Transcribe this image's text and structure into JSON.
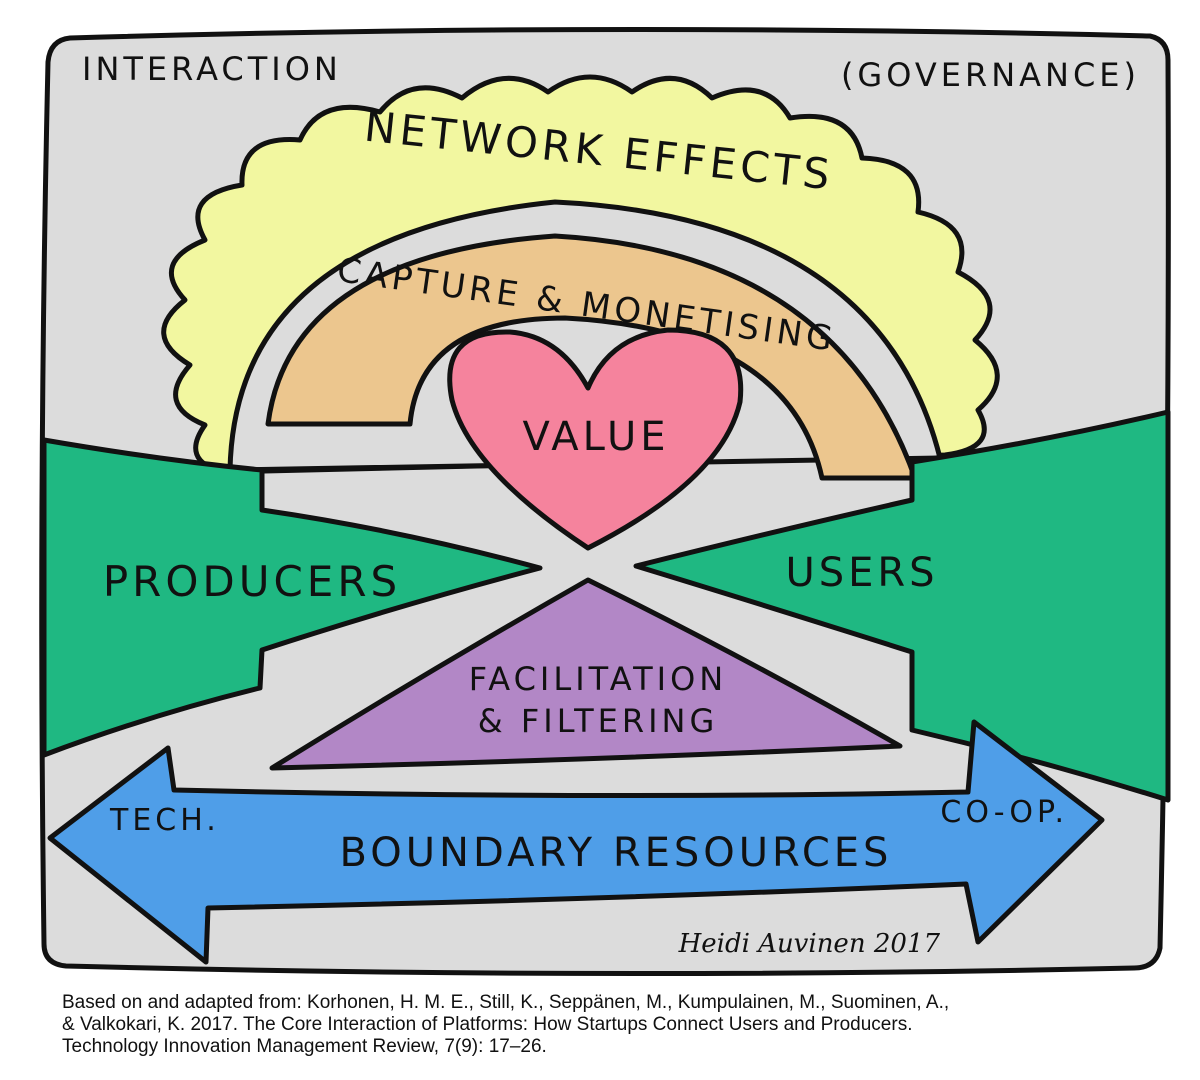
{
  "frame": {
    "top_left_label": "INTERACTION",
    "top_right_label": "(GOVERNANCE)"
  },
  "diagram": {
    "network_effects": "NETWORK EFFECTS",
    "capture": "CAPTURE & MONETISING",
    "value": "VALUE",
    "producers": "PRODUCERS",
    "users": "USERS",
    "facilitation_line1": "FACILITATION",
    "facilitation_line2": "& FILTERING",
    "tech": "TECH.",
    "coop": "CO-OP.",
    "boundary": "BOUNDARY RESOURCES",
    "signature": "Heidi Auvinen 2017"
  },
  "colors": {
    "background": "#dcdcdc",
    "network_effects": "#f2f7a0",
    "capture": "#ecc68e",
    "value": "#f5839d",
    "arrows": "#1fb882",
    "facilitation": "#b287c6",
    "boundary": "#4f9ee8"
  },
  "caption": {
    "line1": "Based on and adapted from: Korhonen, H. M. E., Still, K., Seppänen, M., Kumpulainen, M., Suominen, A.,",
    "line2": "& Valkokari, K. 2017. The Core Interaction of Platforms: How Startups Connect Users and Producers.",
    "line3": "Technology Innovation Management Review, 7(9): 17–26."
  }
}
